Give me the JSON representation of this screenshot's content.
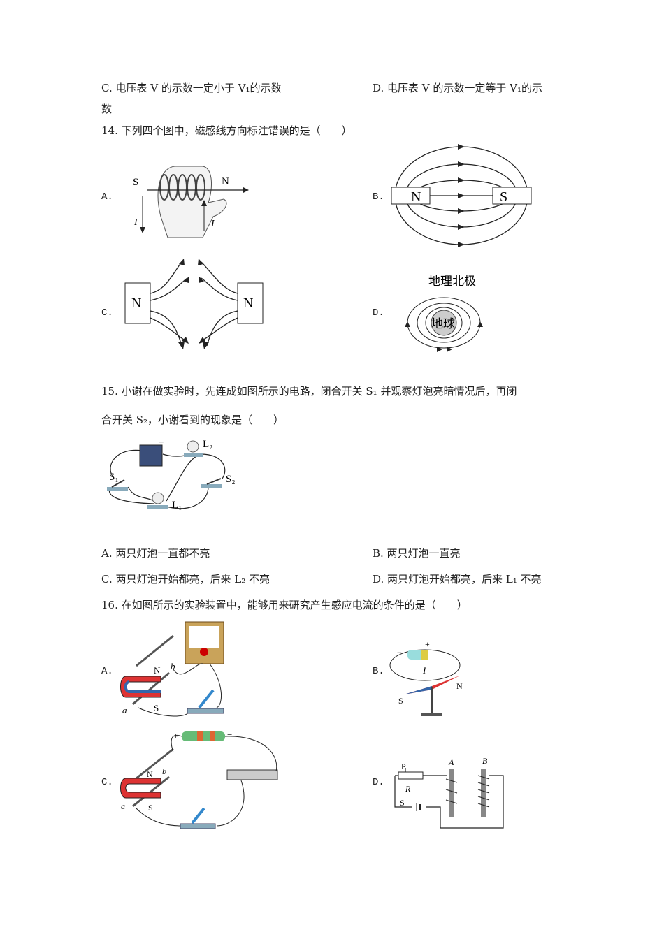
{
  "q13": {
    "optC": "C.  电压表 V 的示数一定小于 V₁的示数",
    "optD": "D.  电压表 V 的示数一定等于 V₁的示",
    "optD_cont": "数"
  },
  "q14": {
    "stem": "14. 下列四个图中，磁感线方向标注错误的是（　　）",
    "labels": {
      "a": "A.",
      "b": "B.",
      "c": "C.",
      "d": "D."
    },
    "figA": {
      "s": "S",
      "n": "N",
      "i": "I"
    },
    "figB": {
      "n": "N",
      "s": "S"
    },
    "figC": {
      "n": "N"
    },
    "figD": {
      "pole": "地理北极",
      "earth": "地球"
    }
  },
  "q15": {
    "stem1": "15. 小谢在做实验时，先连成如图所示的电路，闭合开关 S₁ 并观察灯泡亮暗情况后，再闭",
    "stem2": "合开关 S₂，小谢看到的现象是（　　）",
    "fig": {
      "l1": "L₁",
      "l2": "L₂",
      "s1": "S₁",
      "s2": "S₂",
      "plus": "+"
    },
    "options": [
      "A. 两只灯泡一直都不亮",
      "B. 两只灯泡一直亮",
      "C. 两只灯泡开始都亮，后来 L₂ 不亮",
      "D. 两只灯泡开始都亮，后来 L₁ 不亮"
    ]
  },
  "q16": {
    "stem": "16. 在如图所示的实验装置中，能够用来研究产生感应电流的条件的是（　　）",
    "labels": {
      "a": "A.",
      "b": "B.",
      "c": "C.",
      "d": "D."
    },
    "figA": {
      "n": "N",
      "s": "S",
      "a": "a",
      "b": "b"
    },
    "figB": {
      "plus": "+",
      "minus": "−",
      "i": "I",
      "n": "N",
      "s": "S"
    },
    "figC": {
      "n": "N",
      "s": "S",
      "a": "a",
      "b": "b",
      "plus": "+",
      "minus": "−"
    },
    "figD": {
      "p": "P",
      "r": "R",
      "s": "S",
      "a": "A",
      "b": "B"
    }
  }
}
